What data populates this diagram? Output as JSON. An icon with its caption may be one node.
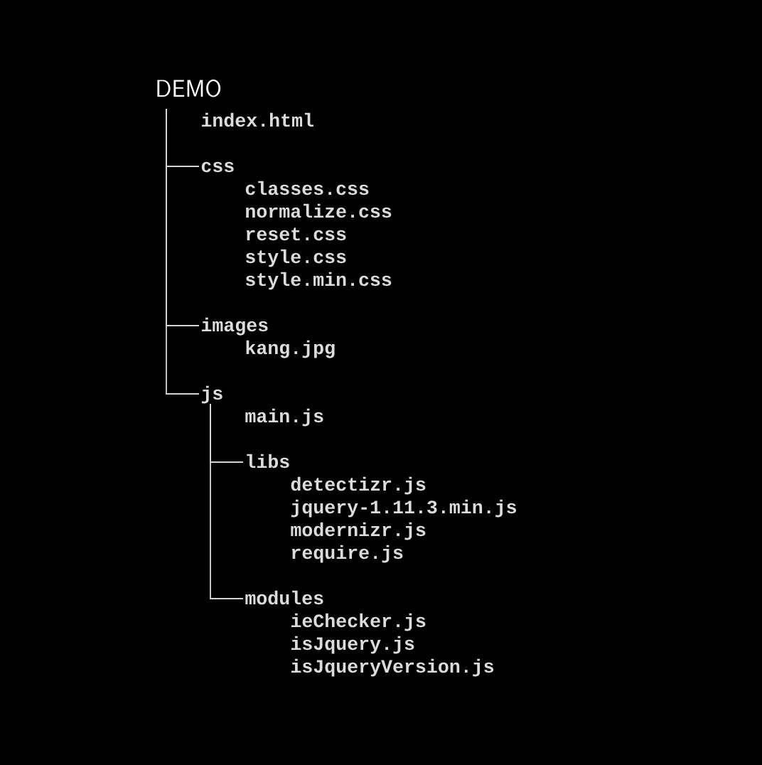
{
  "diagram": {
    "nodes": [
      {
        "text": [
          "DEMO"
        ]
      },
      {
        "text": [
          "css"
        ]
      },
      {
        "text": [
          "images"
        ]
      },
      {
        "text": [
          "js"
        ]
      },
      {
        "text": [
          "libs"
        ]
      },
      {
        "text": [
          "modules"
        ]
      }
    ],
    "edges": [
      {
        "from": 0,
        "to": 1,
        "arrow": "none"
      },
      {
        "from": 0,
        "to": 2,
        "arrow": "none"
      },
      {
        "from": 0,
        "to": 3,
        "arrow": "none"
      },
      {
        "from": 3,
        "to": 4,
        "arrow": "none"
      },
      {
        "from": 3,
        "to": 5,
        "arrow": "none"
      }
    ],
    "labels": [
      "index.html",
      "classes.css",
      "normalize.css",
      "reset.css",
      "style.css",
      "style.min.css",
      "kang.jpg",
      "main.js",
      "detectizr.js",
      "jquery-1.11.3.min.js",
      "modernizr.js",
      "require.js",
      "ieChecker.js",
      "isJquery.js",
      "isJqueryVersion.js"
    ]
  }
}
